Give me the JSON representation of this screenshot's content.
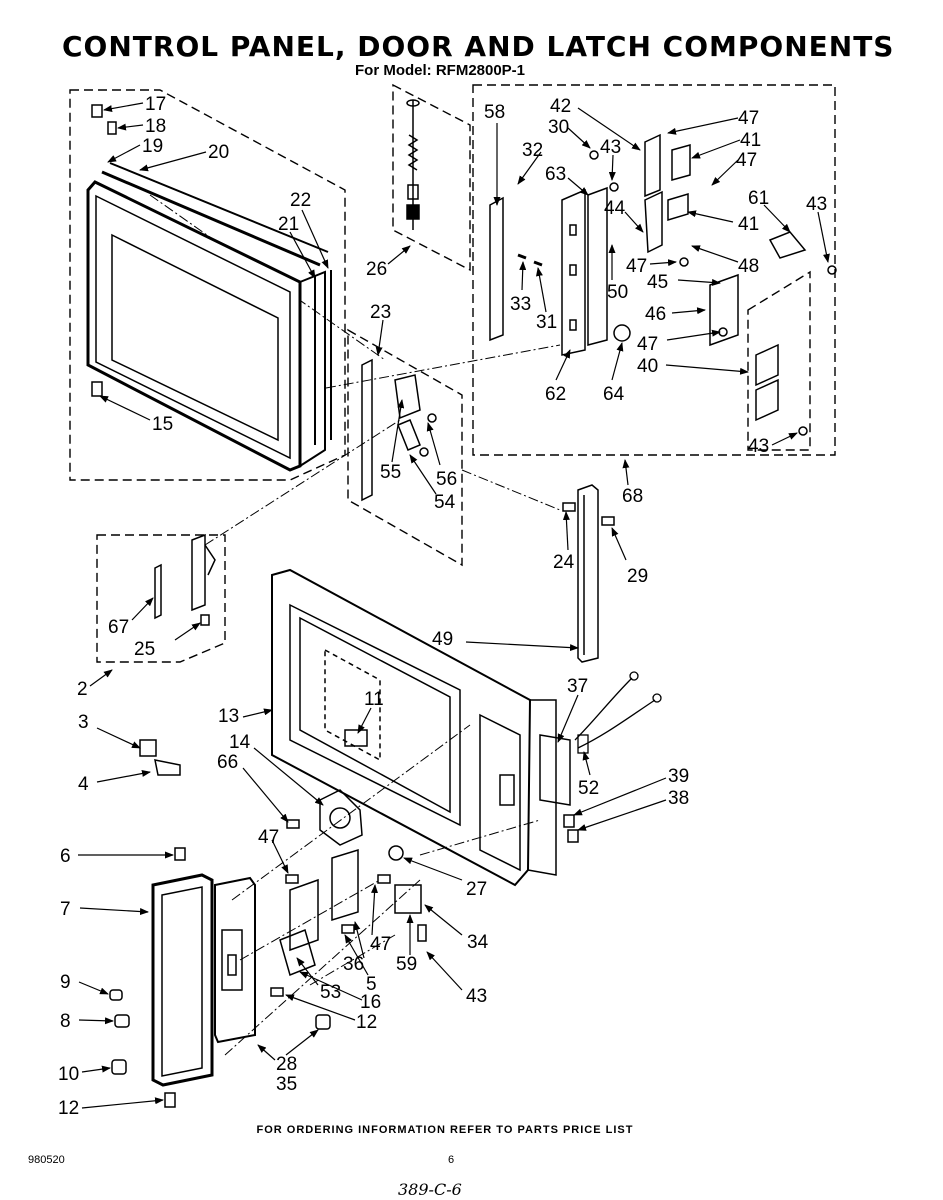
{
  "title": "CONTROL PANEL, DOOR AND LATCH COMPONENTS",
  "subtitle": "For Model: RFM2800P-1",
  "footer_note": "FOR ORDERING INFORMATION REFER TO PARTS PRICE LIST",
  "doc_number": "980520",
  "page_number": "6",
  "handwritten_note": "389-C-6",
  "callouts": [
    "17",
    "18",
    "19",
    "20",
    "22",
    "21",
    "15",
    "26",
    "23",
    "58",
    "42",
    "30",
    "32",
    "43",
    "63",
    "44",
    "47",
    "41",
    "47",
    "61",
    "43",
    "41",
    "33",
    "31",
    "47",
    "50",
    "48",
    "45",
    "46",
    "47",
    "40",
    "62",
    "64",
    "43",
    "55",
    "56",
    "54",
    "68",
    "24",
    "29",
    "67",
    "25",
    "2",
    "49",
    "3",
    "4",
    "11",
    "13",
    "14",
    "66",
    "37",
    "52",
    "39",
    "38",
    "47",
    "6",
    "7",
    "9",
    "8",
    "10",
    "12",
    "27",
    "47",
    "36",
    "5",
    "34",
    "59",
    "43",
    "53",
    "16",
    "12",
    "28",
    "35"
  ]
}
